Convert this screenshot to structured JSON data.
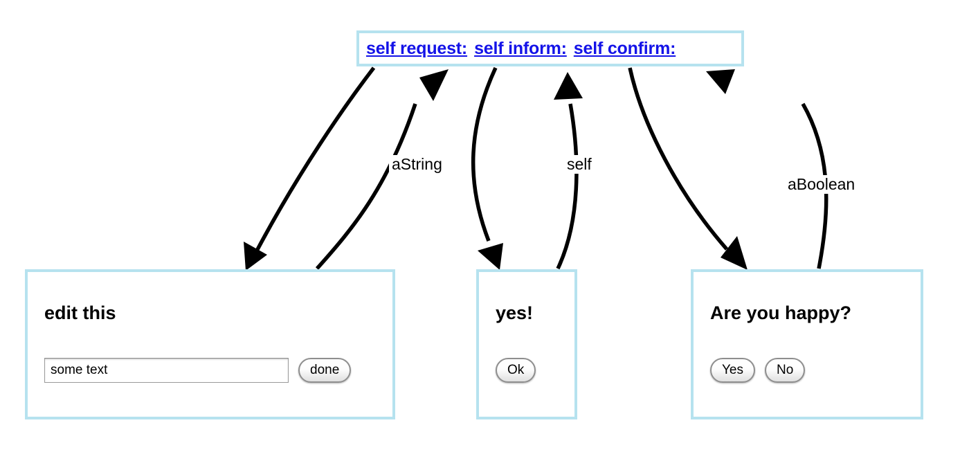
{
  "selector_box": {
    "links": [
      {
        "label": "self request:",
        "name": "selector-link-request"
      },
      {
        "label": "self inform:",
        "name": "selector-link-inform"
      },
      {
        "label": "self confirm:",
        "name": "selector-link-confirm"
      }
    ]
  },
  "dialogs": [
    {
      "key": "edit",
      "title": "edit this",
      "input_value": "some text",
      "input_placeholder": "",
      "buttons": [
        {
          "label": "done"
        }
      ]
    },
    {
      "key": "inform",
      "title": "yes!",
      "buttons": [
        {
          "label": "Ok"
        }
      ]
    },
    {
      "key": "confirm",
      "title": "Are you happy?",
      "buttons": [
        {
          "label": "Yes"
        },
        {
          "label": "No"
        }
      ]
    }
  ],
  "edge_labels": {
    "aString": "aString",
    "self": "self",
    "aBoolean": "aBoolean"
  },
  "colors": {
    "box_border": "#b6e2ef",
    "link_text": "#1413e8",
    "arrow": "#000000",
    "background": "#ffffff"
  }
}
